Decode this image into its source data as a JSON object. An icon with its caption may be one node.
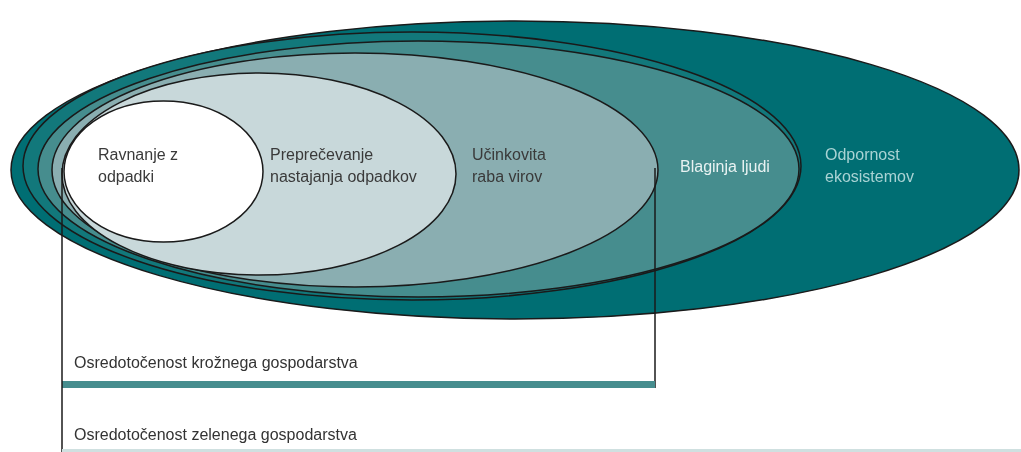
{
  "diagram": {
    "nodes": [
      {
        "text": [
          "Odpornost ekosistemov"
        ]
      },
      {
        "text": [],
        "shape": "ellipse",
        "in": 0
      },
      {
        "text": [
          "Blaginja ljudi"
        ],
        "in": 1
      },
      {
        "text": [
          "Učinkovita raba virov"
        ],
        "in": 2
      },
      {
        "text": [
          "Preprečevanje nastajanja odpadkov"
        ],
        "in": 3
      },
      {
        "text": [
          "Ravnanje z odpadki"
        ],
        "in": 4
      }
    ],
    "edges": [],
    "labels": [
      "Osredotočenost krožnega gospodarstva",
      "Osredotočenost zelenega gospodarstva"
    ]
  }
}
